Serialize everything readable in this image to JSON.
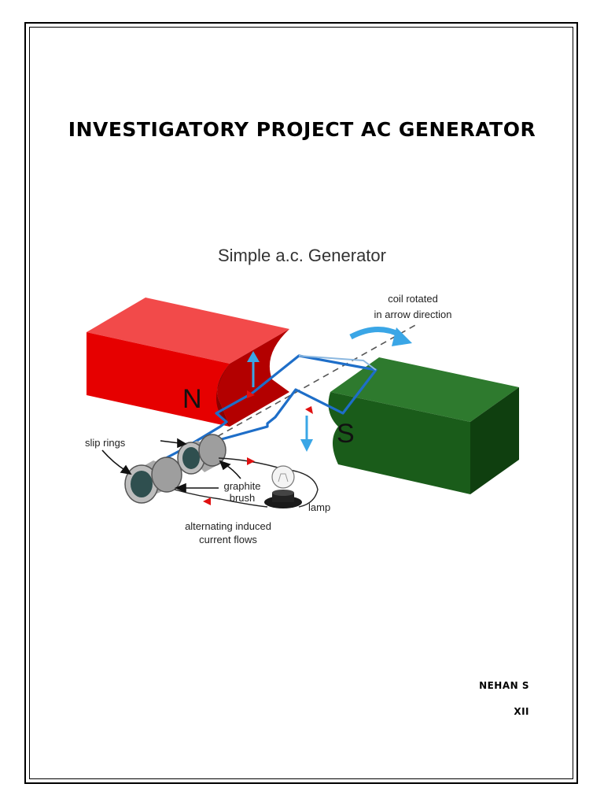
{
  "document": {
    "title": "Investigatory Project AC Generator",
    "author": "NEHAN S",
    "grade": "XII"
  },
  "figure": {
    "title": "Simple a.c. Generator",
    "labels": {
      "coil_line1": "coil rotated",
      "coil_line2": "in arrow direction",
      "north": "N",
      "south": "S",
      "slip_rings": "slip rings",
      "graphite_line1": "graphite",
      "graphite_line2": "brush",
      "lamp": "lamp",
      "current_line1": "alternating induced",
      "current_line2": "current flows"
    },
    "colors": {
      "north_magnet": "#e60000",
      "south_magnet": "#1a5c1a",
      "coil": "#1e6ec8",
      "arrow": "#3aa6e6",
      "current_marker": "#e01010"
    }
  }
}
